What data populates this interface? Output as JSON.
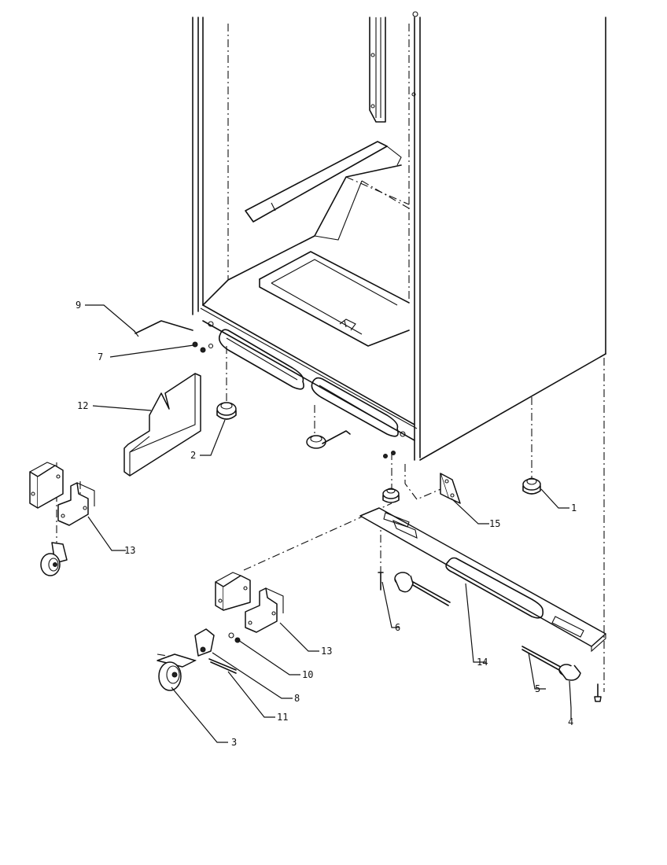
{
  "diagram": {
    "callouts": [
      {
        "id": "c9",
        "label": "9"
      },
      {
        "id": "c7",
        "label": "7"
      },
      {
        "id": "c12",
        "label": "12"
      },
      {
        "id": "c2",
        "label": "2"
      },
      {
        "id": "c13a",
        "label": "13"
      },
      {
        "id": "c15",
        "label": "15"
      },
      {
        "id": "c1",
        "label": "1"
      },
      {
        "id": "c6",
        "label": "6"
      },
      {
        "id": "c14",
        "label": "14"
      },
      {
        "id": "c13b",
        "label": "13"
      },
      {
        "id": "c10",
        "label": "10"
      },
      {
        "id": "c8",
        "label": "8"
      },
      {
        "id": "c11",
        "label": "11"
      },
      {
        "id": "c5",
        "label": "5"
      },
      {
        "id": "c4",
        "label": "4"
      },
      {
        "id": "c3",
        "label": "3"
      }
    ]
  }
}
